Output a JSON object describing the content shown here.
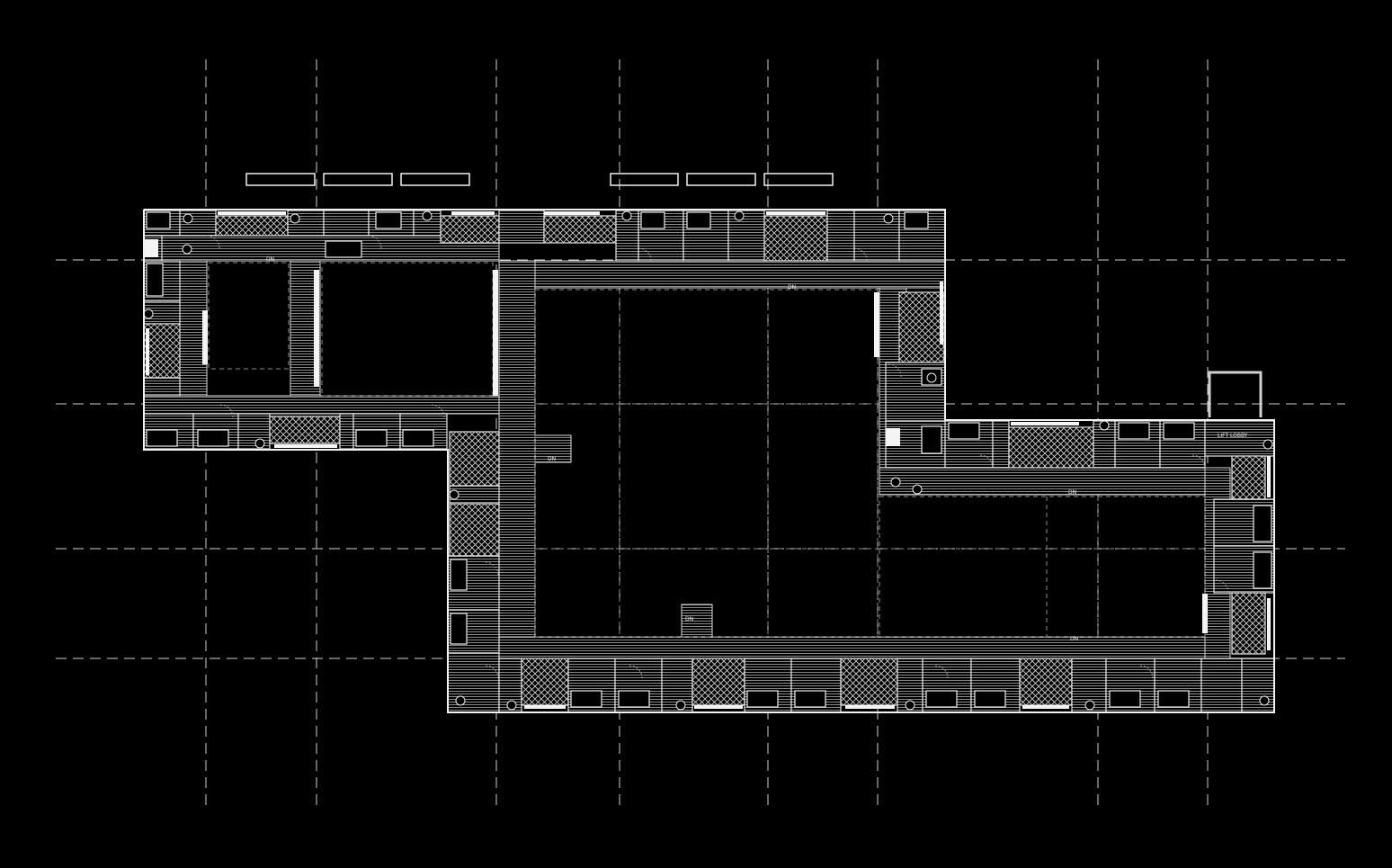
{
  "labels": {
    "dn_1": "DN",
    "dn_2": "DN",
    "dn_3": "DN",
    "dn_4": "DN",
    "dn_5": "DN",
    "dn_6": "DN",
    "lift_lobby": "LIFT LOBBY"
  },
  "colors": {
    "background": "#000000",
    "linework": "#f0f0f0",
    "grid": "#cfcfcf"
  }
}
